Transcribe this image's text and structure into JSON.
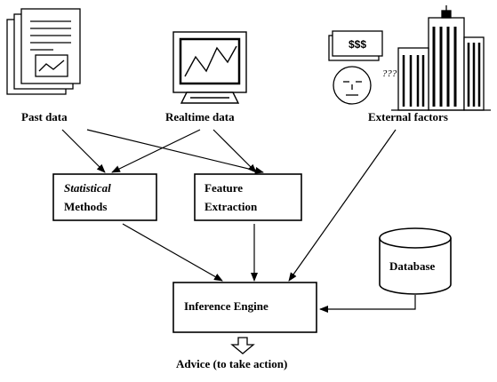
{
  "sources": {
    "past_data": "Past data",
    "realtime_data": "Realtime data",
    "external_factors": "External factors"
  },
  "boxes": {
    "statistical_methods": {
      "line1": "Statistical",
      "line2": "Methods"
    },
    "feature_extraction": {
      "line1": "Feature",
      "line2": "Extraction"
    },
    "inference_engine": "Inference Engine",
    "database": "Database"
  },
  "icons": {
    "money_sign": "$$$",
    "question_marks": "???"
  },
  "output": "Advice (to take action)"
}
